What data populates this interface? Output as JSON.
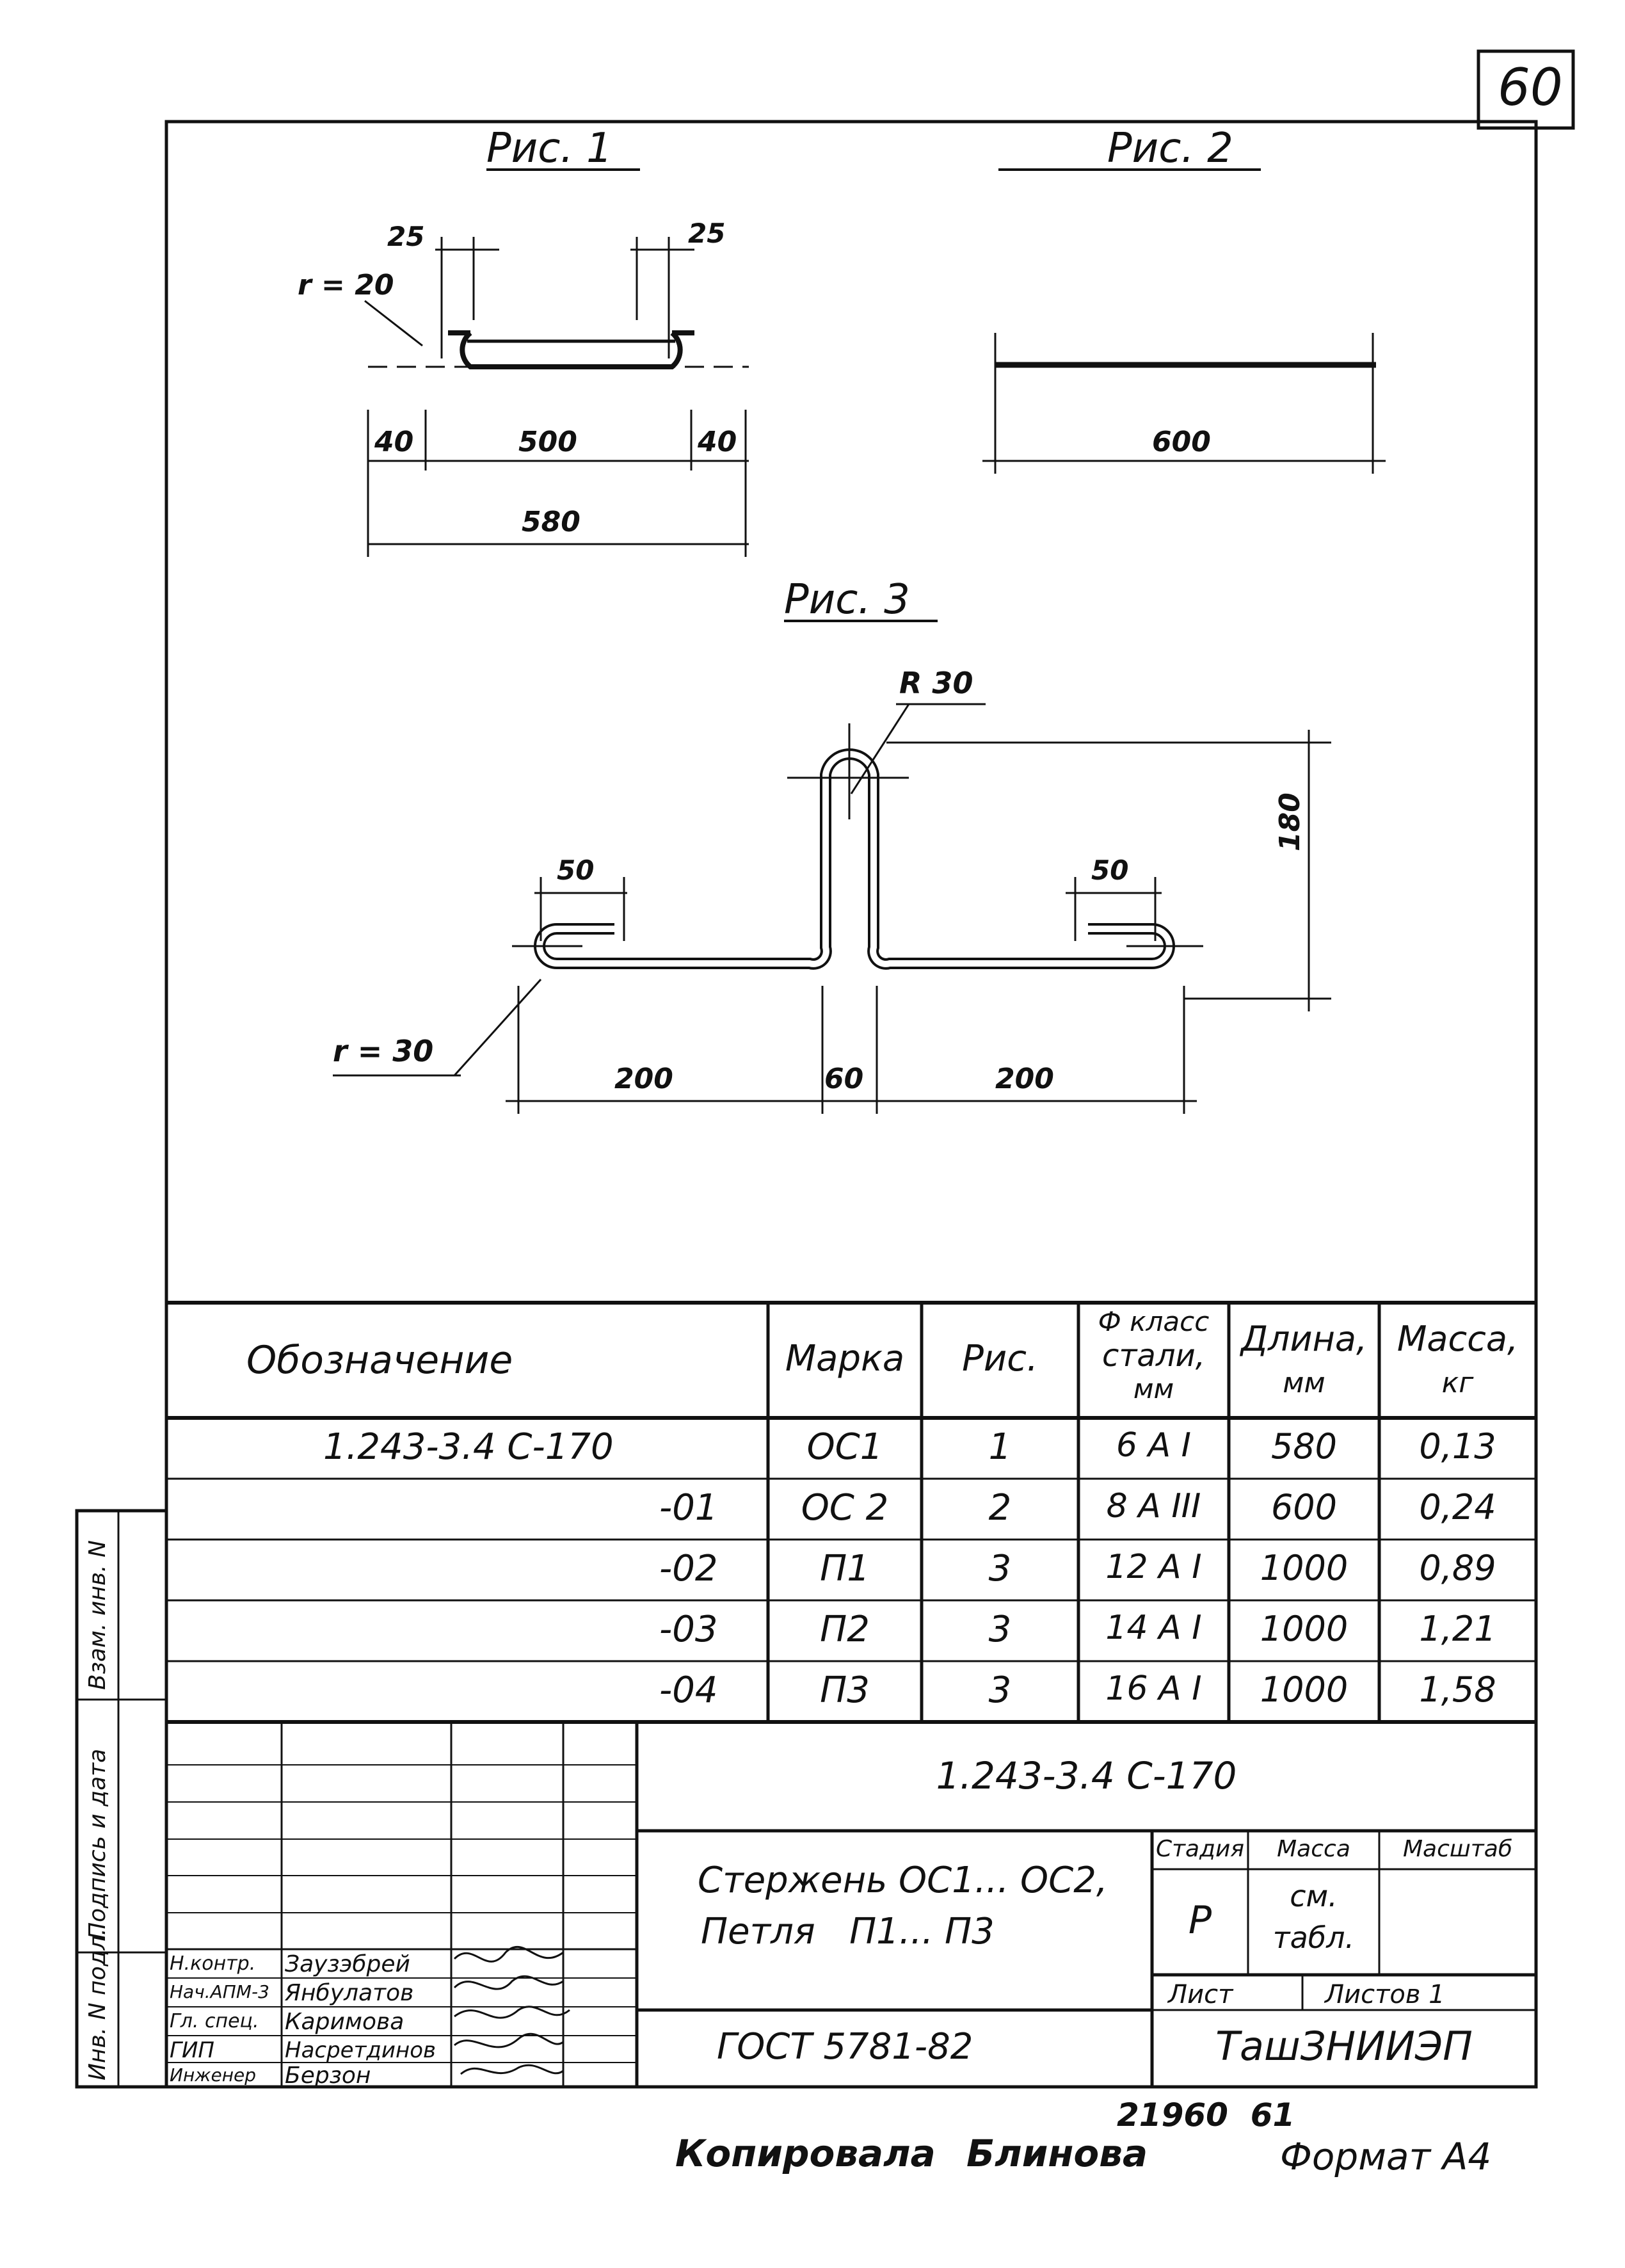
{
  "sheet": {
    "number": "60",
    "figures": {
      "fig1": "Рис. 1",
      "fig2": "Рис. 2",
      "fig3": "Рис. 3"
    },
    "fig1_dims": {
      "r": "r = 20",
      "hook_left": "25",
      "hook_right": "25",
      "d40a": "40",
      "d500": "500",
      "d40b": "40",
      "d580": "580"
    },
    "fig2_dims": {
      "d600": "600"
    },
    "fig3_dims": {
      "R": "R 30",
      "h180": "180",
      "hook_left": "50",
      "hook_right": "50",
      "r": "r = 30",
      "d200a": "200",
      "d60": "60",
      "d200b": "200"
    },
    "spec": {
      "headers": {
        "designation": "Обозначение",
        "mark": "Марка",
        "fig": "Рис.",
        "steel_l1": "Ф класс",
        "steel_l2": "стали,",
        "steel_l3": "мм",
        "length_l1": "Длина,",
        "length_l2": "мм",
        "mass_l1": "Масса,",
        "mass_l2": "кг"
      },
      "rows": [
        {
          "designation": "1.243-3.4 С-170",
          "mark": "ОС1",
          "fig": "1",
          "steel": "6 А I",
          "length": "580",
          "mass": "0,13"
        },
        {
          "designation": "-01",
          "mark": "ОС 2",
          "fig": "2",
          "steel": "8 А III",
          "length": "600",
          "mass": "0,24"
        },
        {
          "designation": "-02",
          "mark": "П1",
          "fig": "3",
          "steel": "12 А I",
          "length": "1000",
          "mass": "0,89"
        },
        {
          "designation": "-03",
          "mark": "П2",
          "fig": "3",
          "steel": "14 А I",
          "length": "1000",
          "mass": "1,21"
        },
        {
          "designation": "-04",
          "mark": "П3",
          "fig": "3",
          "steel": "16 А I",
          "length": "1000",
          "mass": "1,58"
        }
      ]
    },
    "titleblock": {
      "code": "1.243-3.4 С-170",
      "title_l1": "Стержень ОС1... ОС2,",
      "title_l2": "Петля   П1... П3",
      "stage_h": "Стадия",
      "mass_h": "Масса",
      "scale_h": "Масштаб",
      "stage_v": "Р",
      "mass_v_l1": "см.",
      "mass_v_l2": "табл.",
      "sheet_h": "Лист",
      "sheets_h": "Листов 1",
      "standard": "ГОСТ 5781-82",
      "org": "ТашЗНИИЭП",
      "people": [
        {
          "role": "Н.контр.",
          "name": "Заузэбрей"
        },
        {
          "role": "Нач.АПМ-3",
          "name": "Янбулатов"
        },
        {
          "role": "Гл. спец.",
          "name": "Каримова"
        },
        {
          "role": "ГИП",
          "name": "Насретдинов"
        },
        {
          "role": "Инженер",
          "name": "Берзон"
        }
      ]
    },
    "side": {
      "f1": "Взам. инв. N",
      "f2": "Подпись и дата",
      "f3": "Инв. N подл."
    },
    "footer": {
      "copied": "Копировала",
      "copier": "Блинова",
      "order": "21960  61",
      "format": "Формат А4"
    }
  }
}
